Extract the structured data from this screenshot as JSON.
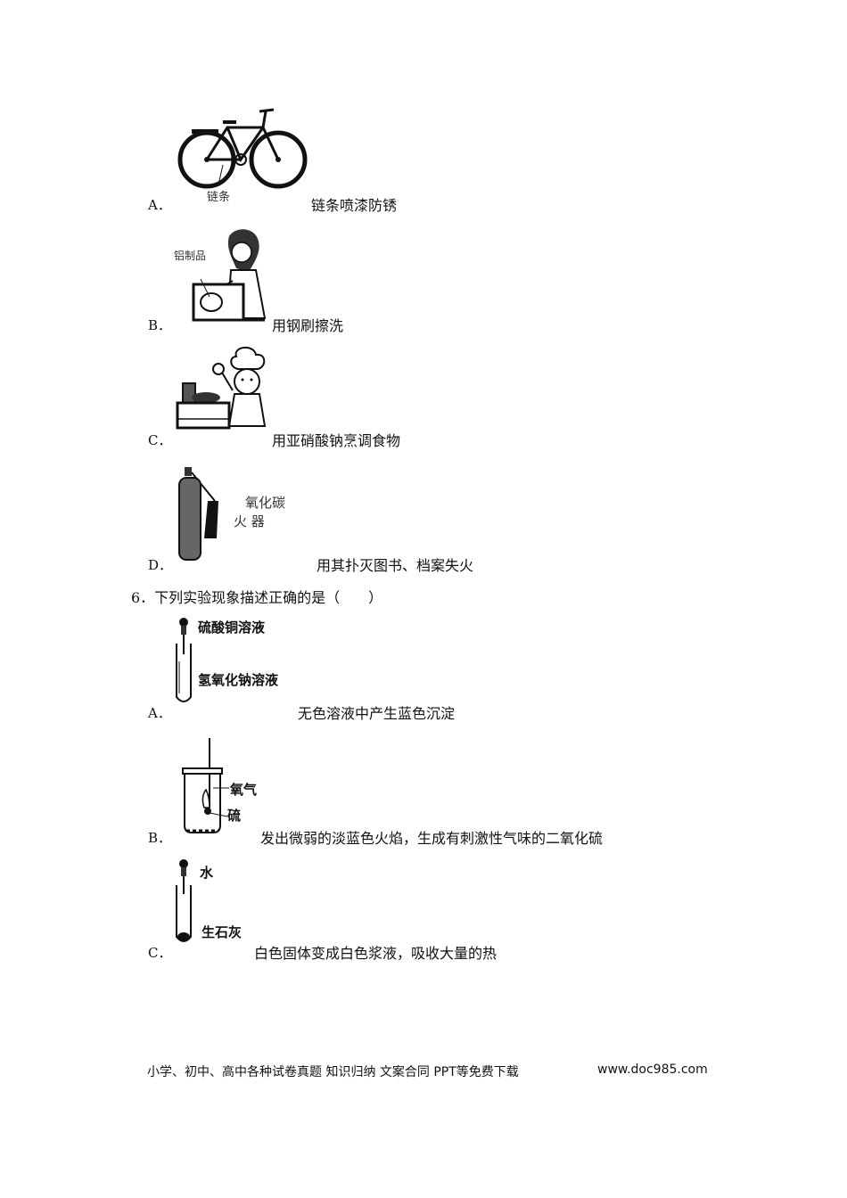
{
  "q5": {
    "options": [
      {
        "letter": "A．",
        "text": "链条喷漆防锈",
        "image_label": "链条"
      },
      {
        "letter": "B．",
        "text": "用钢刷擦洗",
        "image_label": "铝制品"
      },
      {
        "letter": "C．",
        "text": "用亚硝酸钠烹调食物"
      },
      {
        "letter": "D．",
        "text": "用其扑灭图书、档案失火",
        "image_label_1": "氧化碳",
        "image_label_2": "火 器"
      }
    ]
  },
  "q6": {
    "stem": "6．下列实验现象描述正确的是（　　）",
    "options": [
      {
        "letter": "A．",
        "text": "无色溶液中产生蓝色沉淀",
        "label_top": "硫酸铜溶液",
        "label_bottom": "氢氧化钠溶液"
      },
      {
        "letter": "B．",
        "text": "发出微弱的淡蓝色火焰，生成有刺激性气味的二氧化硫",
        "label_top": "氧气",
        "label_bottom": "硫"
      },
      {
        "letter": "C．",
        "text": "白色固体变成白色浆液，吸收大量的热",
        "label_top": "水",
        "label_bottom": "生石灰"
      }
    ]
  },
  "footer": {
    "text": "小学、初中、高中各种试卷真题  知识归纳  文案合同  PPT等免费下载",
    "url": "www.doc985.com"
  }
}
